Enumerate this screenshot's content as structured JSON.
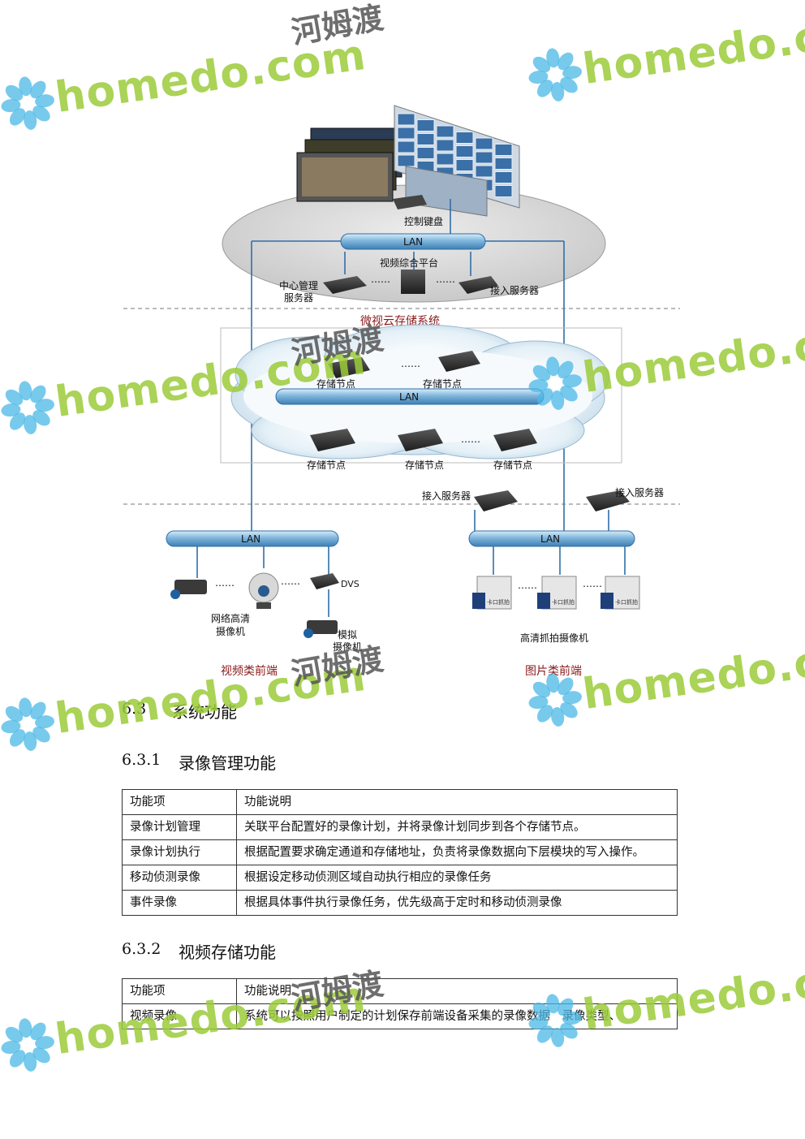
{
  "watermark": {
    "brand": "homedo.com",
    "cn": "河姆渡",
    "brand_color": "#9ccc3a",
    "flower_color": "#4bb8e6"
  },
  "diagram": {
    "keyboard_label": "控制键盘",
    "lan_label": "LAN",
    "platform_label": "视频综合平台",
    "center_server_label_1": "中心管理",
    "center_server_label_2": "服务器",
    "access_server_label": "接入服务器",
    "dots": "……",
    "cloud_title": "微视云存储系统",
    "storage_node_label": "存储节点",
    "access_server_left": "接入服务器",
    "access_server_right": "接入服务器",
    "dvs_label": "DVS",
    "net_camera_1": "网络高清",
    "net_camera_2": "摄像机",
    "analog_camera_1": "模拟",
    "analog_camera_2": "摄像机",
    "hd_capture_label": "高清抓拍摄像机",
    "kakou_label": "卡口抓拍",
    "video_front": "视频类前端",
    "image_front": "图片类前端"
  },
  "section_6_3": {
    "num": "6.3",
    "title": "系统功能"
  },
  "section_6_3_1": {
    "num": "6.3.1",
    "title": "录像管理功能"
  },
  "table1": {
    "header": [
      "功能项",
      "功能说明"
    ],
    "rows": [
      [
        "录像计划管理",
        "关联平台配置好的录像计划，并将录像计划同步到各个存储节点。"
      ],
      [
        "录像计划执行",
        "根据配置要求确定通道和存储地址，负责将录像数据向下层模块的写入操作。"
      ],
      [
        "移动侦测录像",
        "根据设定移动侦测区域自动执行相应的录像任务"
      ],
      [
        "事件录像",
        "根据具体事件执行录像任务，优先级高于定时和移动侦测录像"
      ]
    ]
  },
  "section_6_3_2": {
    "num": "6.3.2",
    "title": "视频存储功能"
  },
  "table2": {
    "header": [
      "功能项",
      "功能说明"
    ],
    "rows": [
      [
        "视频录像",
        "系统可以按照用户制定的计划保存前端设备采集的录像数据，录像类型、"
      ]
    ]
  }
}
